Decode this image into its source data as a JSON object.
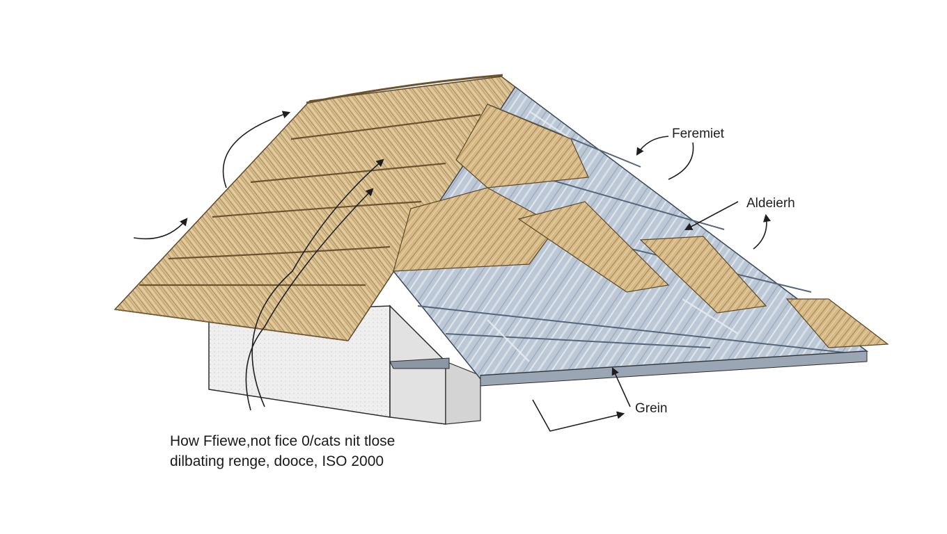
{
  "labels": {
    "top_right": "Feremiet",
    "middle_right": "Aldeierh",
    "bottom": "Grein"
  },
  "caption": {
    "line1": "How Ffiewe,not fice 0/cats nit tlose",
    "line2": "dilbating renge, dooce, ISO 2000"
  },
  "colors": {
    "thatch": "#d4b98a",
    "thatch_dark": "#9c7d4e",
    "metal": "#b9c5d4",
    "metal_dark": "#6e7d90",
    "wall": "#eeeeee",
    "ink": "#222222"
  },
  "materials": [
    "thatch",
    "metal-sheet"
  ]
}
